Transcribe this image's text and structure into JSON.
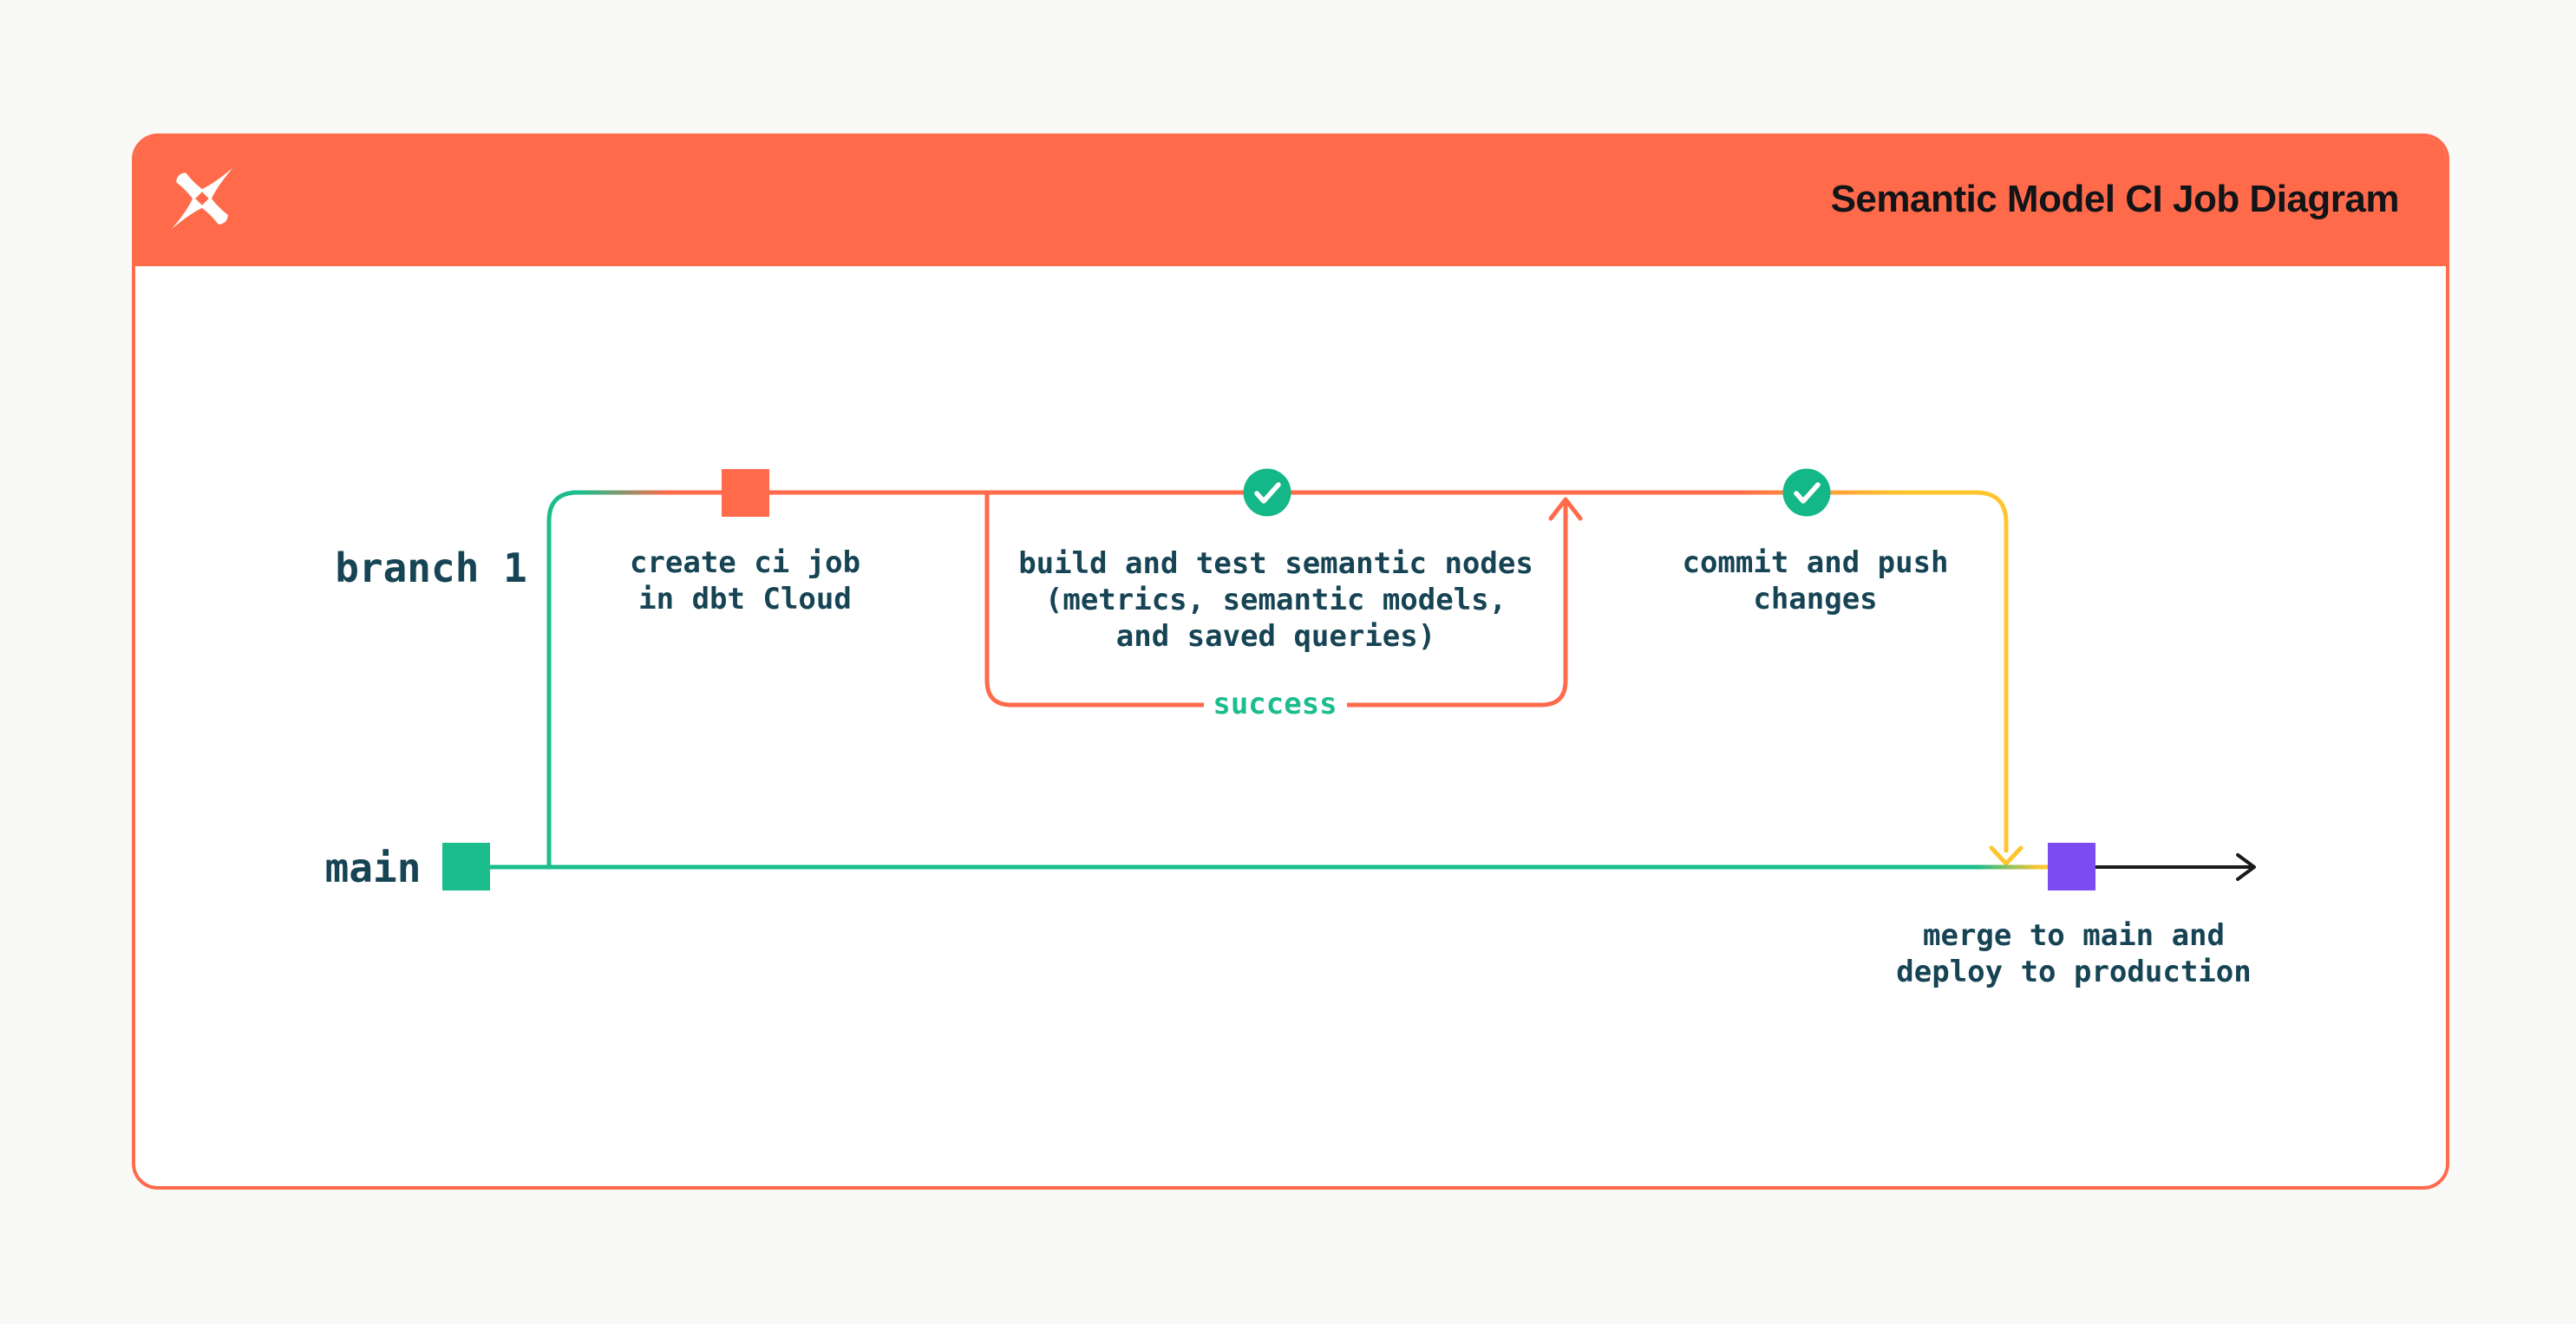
{
  "header": {
    "title": "Semantic Model CI Job Diagram",
    "logo": "dbt-logo"
  },
  "branches": {
    "branch1_label": "branch 1",
    "main_label": "main"
  },
  "nodes": {
    "create_ci": {
      "type": "commit-square",
      "lines": [
        "create ci job",
        "in dbt Cloud"
      ]
    },
    "build_test": {
      "type": "check-circle",
      "lines": [
        "build and test semantic nodes",
        "(metrics, semantic models,",
        "and saved queries)"
      ]
    },
    "commit_push": {
      "type": "check-circle",
      "lines": [
        "commit and push",
        "changes"
      ]
    },
    "merge_deploy": {
      "type": "commit-square",
      "lines": [
        "merge to main and",
        "deploy to production"
      ]
    }
  },
  "loop": {
    "label": "success"
  },
  "colors": {
    "page-bg": "#F9F9F7",
    "card-bg": "#FFFFFF",
    "orange": "#FF6A4B",
    "green": "#1CBD8C",
    "circle-green": "#14B787",
    "yellow": "#FFC52F",
    "purple": "#7C4CF2",
    "ink": "#164454",
    "title-ink": "#121417",
    "black": "#1A1A1A"
  }
}
